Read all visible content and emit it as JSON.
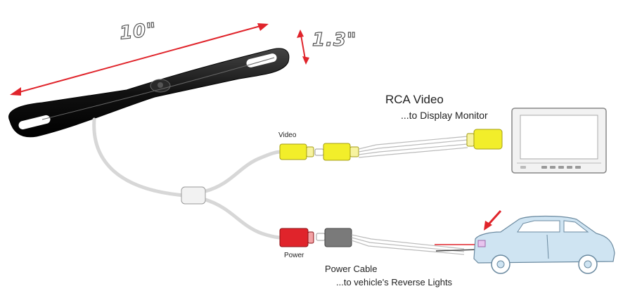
{
  "dimensions": {
    "length": "10\"",
    "height": "1.3\""
  },
  "labels": {
    "rca_title": "RCA Video",
    "rca_sub": "...to Display Monitor",
    "video": "Video",
    "power": "Power",
    "power_cable": "Power Cable",
    "power_cable_sub": "...to vehicle's Reverse Lights"
  },
  "colors": {
    "dimension_arrow": "#e0242b",
    "video_plug": "#f2ee2a",
    "power_plug": "#e0242b",
    "ground_plug": "#7a7a7a",
    "car_body": "#cfe4f2",
    "camera_body": "#1a1a1a"
  },
  "icons": [
    "license-plate-camera",
    "rca-video-plug",
    "power-plug",
    "display-monitor",
    "car",
    "location-arrow-icon"
  ]
}
